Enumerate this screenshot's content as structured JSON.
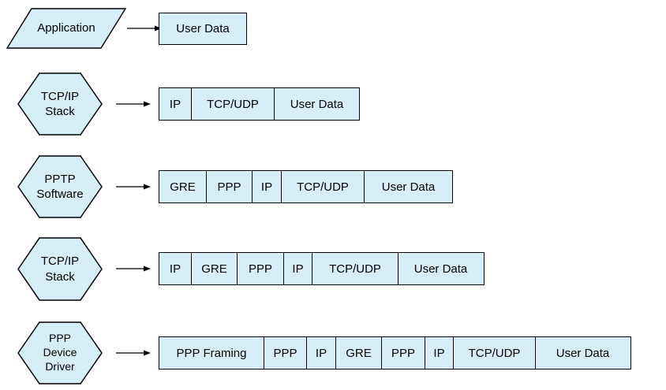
{
  "colors": {
    "shape_fill": "#D6EEF8",
    "shape_border": "#000000",
    "background": "#FFFFFF",
    "text": "#000000"
  },
  "rows": [
    {
      "shape": {
        "type": "parallelogram",
        "label": "Application"
      },
      "boxes": [
        {
          "label": "User Data"
        }
      ]
    },
    {
      "shape": {
        "type": "hexagon",
        "label": "TCP/IP\nStack"
      },
      "boxes": [
        {
          "label": "IP"
        },
        {
          "label": "TCP/UDP"
        },
        {
          "label": "User Data"
        }
      ]
    },
    {
      "shape": {
        "type": "hexagon",
        "label": "PPTP\nSoftware"
      },
      "boxes": [
        {
          "label": "GRE"
        },
        {
          "label": "PPP"
        },
        {
          "label": "IP"
        },
        {
          "label": "TCP/UDP"
        },
        {
          "label": "User Data"
        }
      ]
    },
    {
      "shape": {
        "type": "hexagon",
        "label": "TCP/IP\nStack"
      },
      "boxes": [
        {
          "label": "IP"
        },
        {
          "label": "GRE"
        },
        {
          "label": "PPP"
        },
        {
          "label": "IP"
        },
        {
          "label": "TCP/UDP"
        },
        {
          "label": "User Data"
        }
      ]
    },
    {
      "shape": {
        "type": "hexagon",
        "label": "PPP\nDevice\nDriver"
      },
      "boxes": [
        {
          "label": "PPP Framing"
        },
        {
          "label": "PPP"
        },
        {
          "label": "IP"
        },
        {
          "label": "GRE"
        },
        {
          "label": "PPP"
        },
        {
          "label": "IP"
        },
        {
          "label": "TCP/UDP"
        },
        {
          "label": "User Data"
        }
      ]
    }
  ]
}
